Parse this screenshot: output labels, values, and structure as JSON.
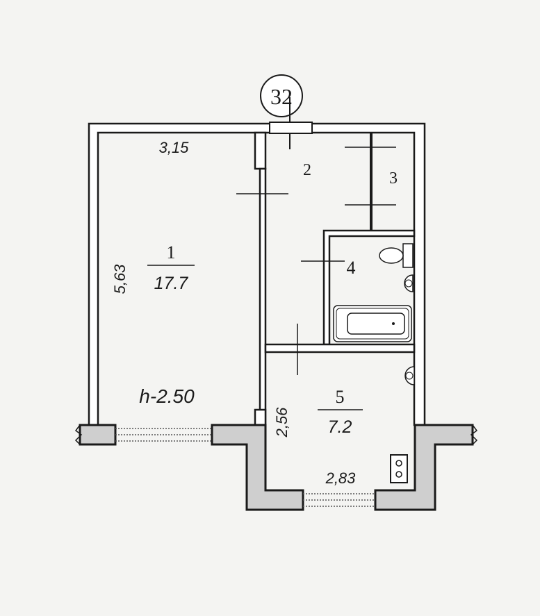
{
  "apartment_number": "32",
  "rooms": [
    {
      "number": "1",
      "area": "17.7"
    },
    {
      "number": "2"
    },
    {
      "number": "3"
    },
    {
      "number": "4"
    },
    {
      "number": "5",
      "area": "7.2"
    }
  ],
  "dimensions": {
    "room1_width": "3,15",
    "room1_length": "5,63",
    "ceiling_height": "h-2.50",
    "room5_length": "2,56",
    "room5_width": "2,83"
  }
}
